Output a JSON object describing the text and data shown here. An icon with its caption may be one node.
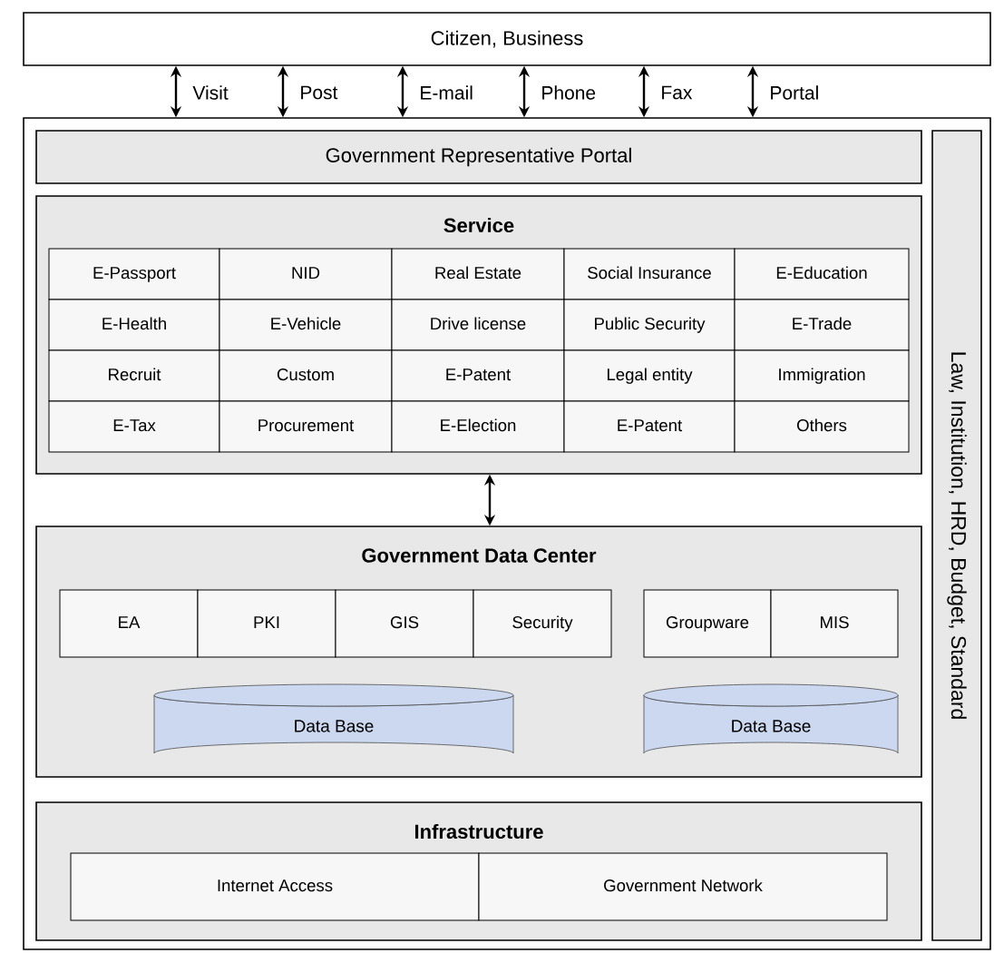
{
  "diagram": {
    "nodes": [
      {
        "text": [
          "Citizen, Business"
        ]
      },
      {
        "text": [],
        "shape": "box"
      },
      {
        "text": [
          "Government Representative Portal"
        ],
        "in": 1
      },
      {
        "text": [
          "Service"
        ],
        "in": 1
      },
      {
        "text": [
          "E-Passport"
        ],
        "in": 3
      },
      {
        "text": [
          "NID"
        ],
        "in": 3
      },
      {
        "text": [
          "Real Estate"
        ],
        "in": 3
      },
      {
        "text": [
          "Social Insurance"
        ],
        "in": 3
      },
      {
        "text": [
          "E-Education"
        ],
        "in": 3
      },
      {
        "text": [
          "E-Health"
        ],
        "in": 3
      },
      {
        "text": [
          "E-Vehicle"
        ],
        "in": 3
      },
      {
        "text": [
          "Drive license"
        ],
        "in": 3
      },
      {
        "text": [
          "Public Security"
        ],
        "in": 3
      },
      {
        "text": [
          "E-Trade"
        ],
        "in": 3
      },
      {
        "text": [
          "Recruit"
        ],
        "in": 3
      },
      {
        "text": [
          "Custom"
        ],
        "in": 3
      },
      {
        "text": [
          "E-Patent"
        ],
        "in": 3
      },
      {
        "text": [
          "Legal entity"
        ],
        "in": 3
      },
      {
        "text": [
          "Immigration"
        ],
        "in": 3
      },
      {
        "text": [
          "E-Tax"
        ],
        "in": 3
      },
      {
        "text": [
          "Procurement"
        ],
        "in": 3
      },
      {
        "text": [
          "E-Election"
        ],
        "in": 3
      },
      {
        "text": [
          "E-Patent"
        ],
        "in": 3
      },
      {
        "text": [
          "Others"
        ],
        "in": 3
      },
      {
        "text": [
          "Government Data Center"
        ],
        "in": 1
      },
      {
        "text": [
          "EA"
        ],
        "in": 24
      },
      {
        "text": [
          "PKI"
        ],
        "in": 24
      },
      {
        "text": [
          "GIS"
        ],
        "in": 24
      },
      {
        "text": [
          "Security"
        ],
        "in": 24
      },
      {
        "text": [
          "Groupware"
        ],
        "in": 24
      },
      {
        "text": [
          "MIS"
        ],
        "in": 24
      },
      {
        "text": [
          "Data Base"
        ],
        "in": 24
      },
      {
        "text": [
          "Data Base"
        ],
        "in": 24
      },
      {
        "text": [
          "Infrastructure"
        ],
        "in": 1
      },
      {
        "text": [
          "Internet Access"
        ],
        "in": 33
      },
      {
        "text": [
          "Government Network"
        ],
        "in": 33
      },
      {
        "text": [
          "Law, Institution, HRD, Budget, Standard"
        ],
        "in": 1
      }
    ],
    "edges": [
      {
        "from": 0,
        "to": 1,
        "arrow": "both",
        "label": "Visit"
      },
      {
        "from": 0,
        "to": 1,
        "arrow": "both",
        "label": "Post"
      },
      {
        "from": 0,
        "to": 1,
        "arrow": "both",
        "label": "E-mail"
      },
      {
        "from": 0,
        "to": 1,
        "arrow": "both",
        "label": "Phone"
      },
      {
        "from": 0,
        "to": 1,
        "arrow": "both",
        "label": "Fax"
      },
      {
        "from": 0,
        "to": 1,
        "arrow": "both",
        "label": "Portal"
      },
      {
        "from": 3,
        "to": 24,
        "arrow": "both"
      }
    ]
  }
}
